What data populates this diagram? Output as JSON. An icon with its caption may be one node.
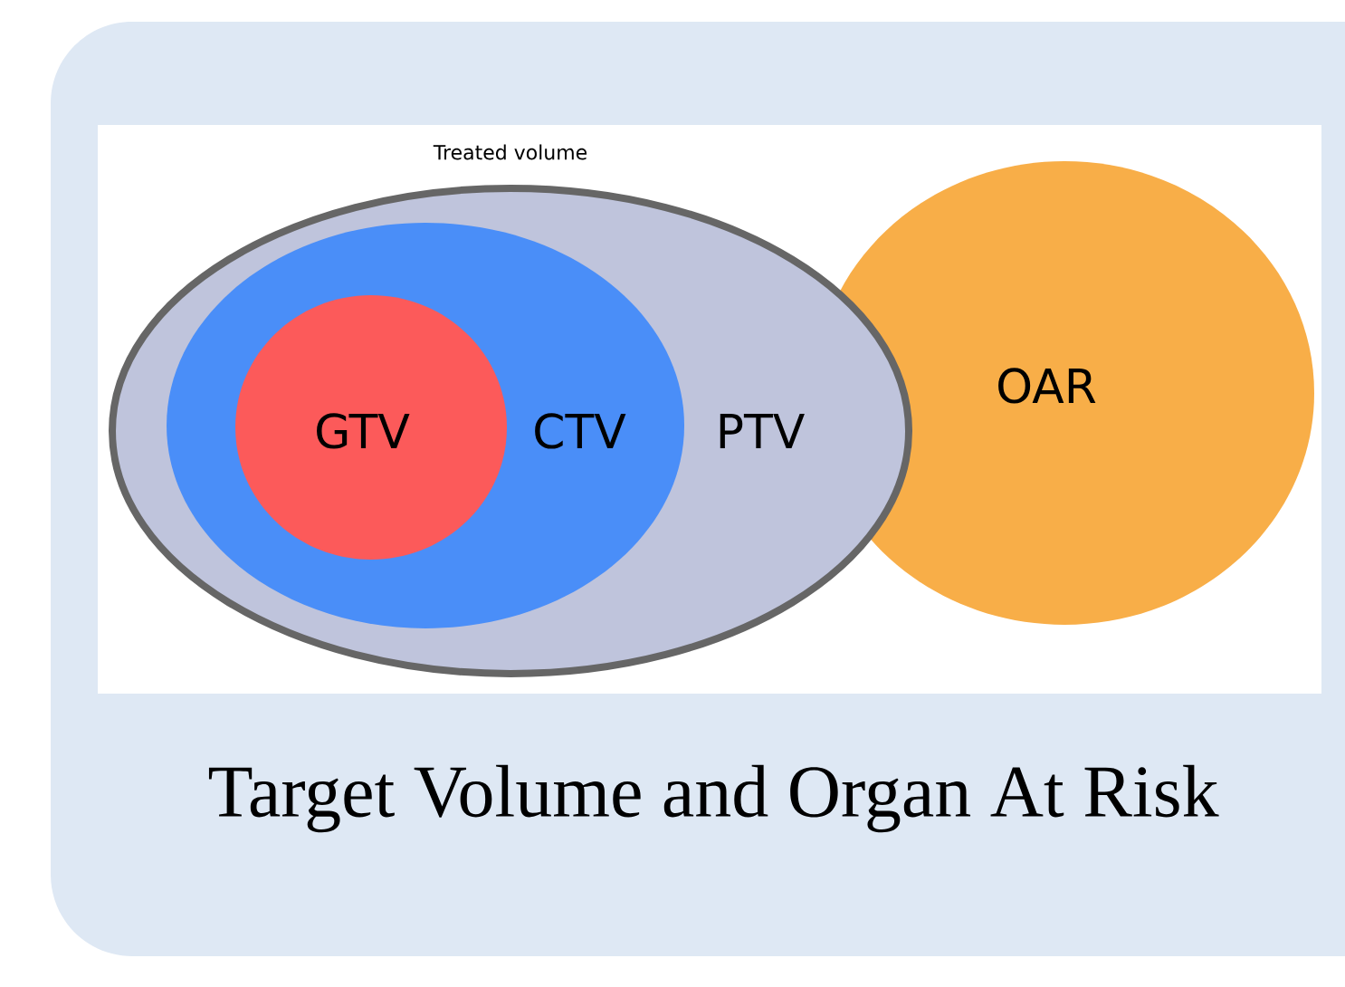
{
  "diagram": {
    "caption": "Target Volume and Organ At Risk",
    "nodes": [
      {
        "text": [
          "Treated volume",
          "PTV"
        ]
      },
      {
        "text": [
          "CTV"
        ],
        "in": 0
      },
      {
        "text": [
          "GTV"
        ],
        "in": 1
      },
      {
        "text": [
          "OAR"
        ]
      }
    ]
  }
}
